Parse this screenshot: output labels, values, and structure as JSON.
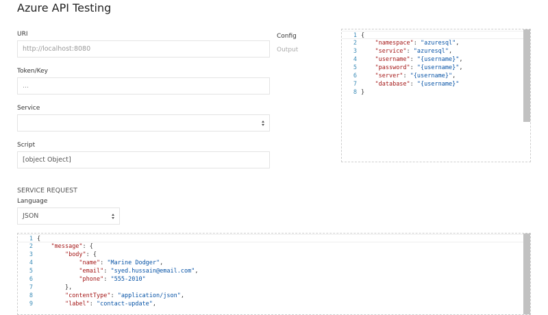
{
  "header": {
    "title": "Azure API Testing"
  },
  "form": {
    "uri": {
      "label": "URI",
      "placeholder": "http://localhost:8080",
      "value": ""
    },
    "token": {
      "label": "Token/Key",
      "placeholder": "...",
      "value": ""
    },
    "service": {
      "label": "Service",
      "selected": ""
    },
    "script": {
      "label": "Script",
      "value": "[object Object]"
    }
  },
  "tabs": [
    {
      "label": "Config",
      "active": true
    },
    {
      "label": "Output",
      "active": false
    }
  ],
  "config_editor": {
    "lines": [
      {
        "n": "1",
        "indent": "",
        "key": "",
        "value": "",
        "text": "{"
      },
      {
        "n": "2",
        "indent": "    ",
        "key": "\"namespace\"",
        "value": "\"azuresql\"",
        "tail": ","
      },
      {
        "n": "3",
        "indent": "    ",
        "key": "\"service\"",
        "value": "\"azuresql\"",
        "tail": ","
      },
      {
        "n": "4",
        "indent": "    ",
        "key": "\"username\"",
        "value": "\"{username}\"",
        "tail": ","
      },
      {
        "n": "5",
        "indent": "    ",
        "key": "\"password\"",
        "value": "\"{username}\"",
        "tail": ","
      },
      {
        "n": "6",
        "indent": "    ",
        "key": "\"server\"",
        "value": "\"{username}\"",
        "tail": ","
      },
      {
        "n": "7",
        "indent": "    ",
        "key": "\"database\"",
        "value": "\"{username}\"",
        "tail": ""
      },
      {
        "n": "8",
        "indent": "",
        "key": "",
        "value": "",
        "text": "}"
      }
    ]
  },
  "service_request": {
    "heading": "SERVICE REQUEST",
    "language_label": "Language",
    "language_selected": "JSON"
  },
  "request_editor": {
    "lines": [
      {
        "n": "1",
        "indent": "",
        "key": "",
        "value": "",
        "text": "{"
      },
      {
        "n": "2",
        "indent": "    ",
        "key": "\"message\"",
        "value": "",
        "tail": ": {"
      },
      {
        "n": "3",
        "indent": "        ",
        "key": "\"body\"",
        "value": "",
        "tail": ": {"
      },
      {
        "n": "4",
        "indent": "            ",
        "key": "\"name\"",
        "value": "\"Marine Dodger\"",
        "tail": ","
      },
      {
        "n": "5",
        "indent": "            ",
        "key": "\"email\"",
        "value": "\"syed.hussain@email.com\"",
        "tail": ","
      },
      {
        "n": "6",
        "indent": "            ",
        "key": "\"phone\"",
        "value": "\"555-2010\"",
        "tail": ""
      },
      {
        "n": "7",
        "indent": "        ",
        "key": "",
        "value": "",
        "text": "},"
      },
      {
        "n": "8",
        "indent": "        ",
        "key": "\"contentType\"",
        "value": "\"application/json\"",
        "tail": ","
      },
      {
        "n": "9",
        "indent": "        ",
        "key": "\"label\"",
        "value": "\"contact-update\"",
        "tail": ","
      }
    ]
  }
}
